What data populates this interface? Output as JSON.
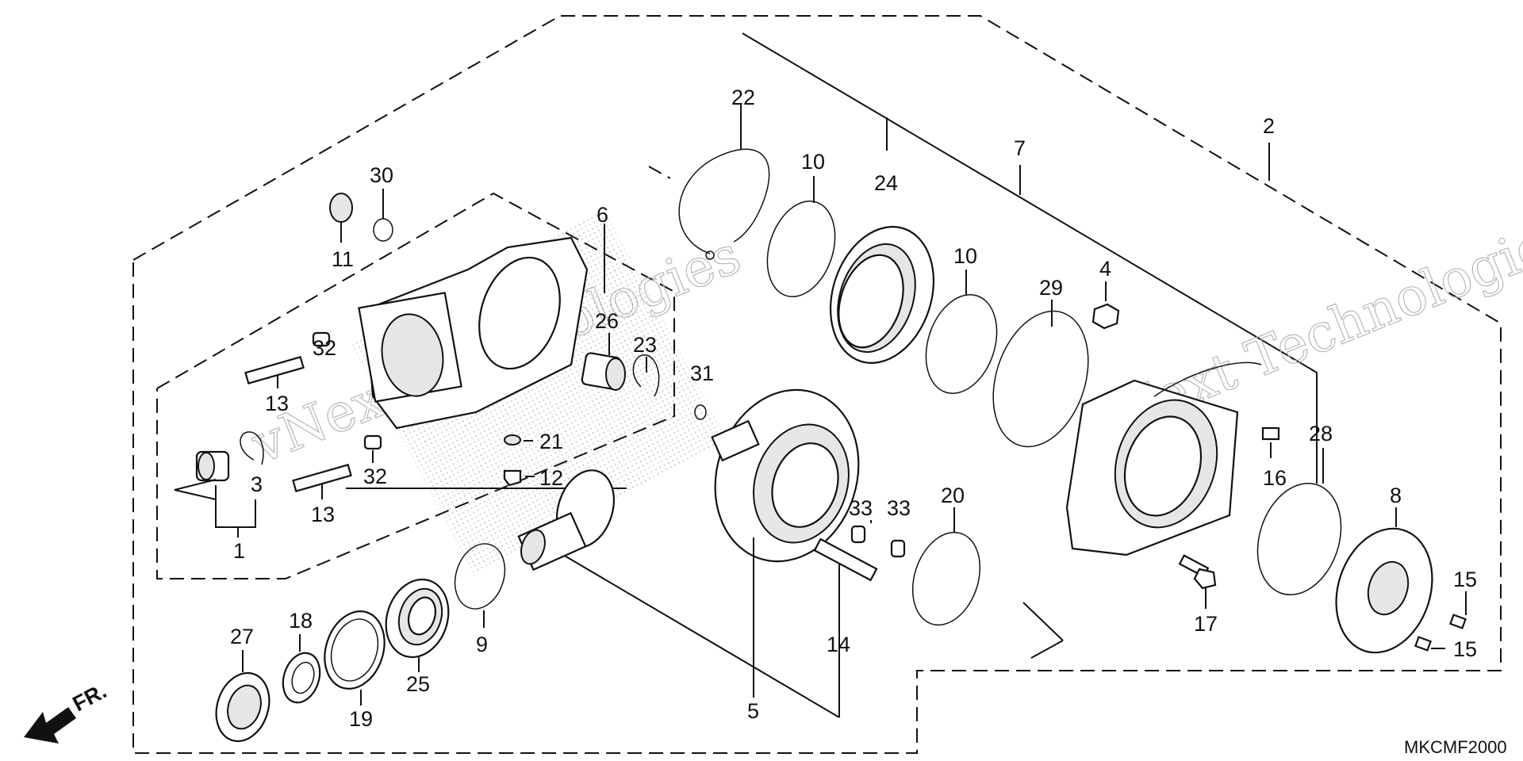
{
  "diagram_code": "MKCMF2000",
  "front_label": "FR.",
  "watermark": {
    "line1": "vNext Technologies",
    "line2": "vNext Technologies"
  },
  "callouts": {
    "p1": "1",
    "p2": "2",
    "p3": "3",
    "p4": "4",
    "p5": "5",
    "p6": "6",
    "p7": "7",
    "p8": "8",
    "p9": "9",
    "p10a": "10",
    "p10b": "10",
    "p11": "11",
    "p12": "12",
    "p13a": "13",
    "p13b": "13",
    "p14": "14",
    "p15a": "15",
    "p15b": "15",
    "p16": "16",
    "p17": "17",
    "p18": "18",
    "p19": "19",
    "p20": "20",
    "p21": "21",
    "p22": "22",
    "p23": "23",
    "p24": "24",
    "p25": "25",
    "p26": "26",
    "p27": "27",
    "p28": "28",
    "p29": "29",
    "p30": "30",
    "p31": "31",
    "p32a": "32",
    "p32b": "32",
    "p33a": "33",
    "p33b": "33"
  }
}
